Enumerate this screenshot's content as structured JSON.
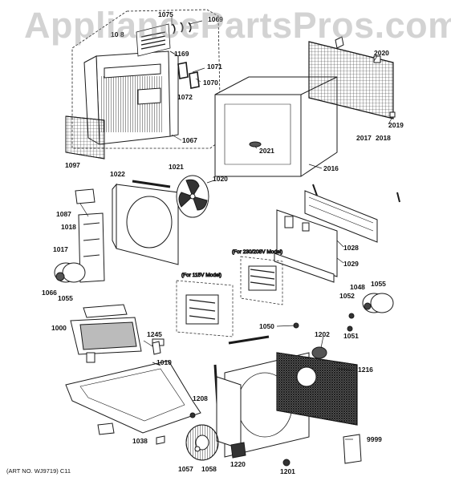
{
  "watermark": "AppliancePartsPros.com",
  "art_number": "(ART NO. WJ9719) C11",
  "notes": {
    "model_230": "(For 230/208V Model)",
    "model_115": "(For 115V Model)"
  },
  "part_labels": [
    {
      "id": "p1075",
      "text": "1075"
    },
    {
      "id": "p1069",
      "text": "1069"
    },
    {
      "id": "p1068",
      "text": "10 8"
    },
    {
      "id": "p1169",
      "text": "1169"
    },
    {
      "id": "p1071",
      "text": "1071"
    },
    {
      "id": "p1070",
      "text": "1070"
    },
    {
      "id": "p1072",
      "text": "1072"
    },
    {
      "id": "p1067",
      "text": "1067"
    },
    {
      "id": "p1097",
      "text": "1097"
    },
    {
      "id": "p2020",
      "text": "2020"
    },
    {
      "id": "p2019",
      "text": "2019"
    },
    {
      "id": "p2017",
      "text": "2017"
    },
    {
      "id": "p2018",
      "text": "2018"
    },
    {
      "id": "p2021",
      "text": "2021"
    },
    {
      "id": "p2016",
      "text": "2016"
    },
    {
      "id": "p1022",
      "text": "1022"
    },
    {
      "id": "p1021",
      "text": "1021"
    },
    {
      "id": "p1020",
      "text": "1020"
    },
    {
      "id": "p1087",
      "text": "1087"
    },
    {
      "id": "p1018",
      "text": "1018"
    },
    {
      "id": "p1017",
      "text": "1017"
    },
    {
      "id": "p1066",
      "text": "1066"
    },
    {
      "id": "p1055a",
      "text": "1055"
    },
    {
      "id": "p1028",
      "text": "1028"
    },
    {
      "id": "p1029",
      "text": "1029"
    },
    {
      "id": "p1048",
      "text": "1048"
    },
    {
      "id": "p1055b",
      "text": "1055"
    },
    {
      "id": "p1052",
      "text": "1052"
    },
    {
      "id": "p1051",
      "text": "1051"
    },
    {
      "id": "p1000",
      "text": "1000"
    },
    {
      "id": "p1245",
      "text": "1245"
    },
    {
      "id": "p1010",
      "text": "1010"
    },
    {
      "id": "p1050",
      "text": "1050"
    },
    {
      "id": "p1202",
      "text": "1202"
    },
    {
      "id": "p1216",
      "text": "1216"
    },
    {
      "id": "p1208",
      "text": "1208"
    },
    {
      "id": "p1038",
      "text": "1038"
    },
    {
      "id": "p9999",
      "text": "9999"
    },
    {
      "id": "p1057",
      "text": "1057"
    },
    {
      "id": "p1058",
      "text": "1058"
    },
    {
      "id": "p1220",
      "text": "1220"
    },
    {
      "id": "p1201",
      "text": "1201"
    }
  ]
}
